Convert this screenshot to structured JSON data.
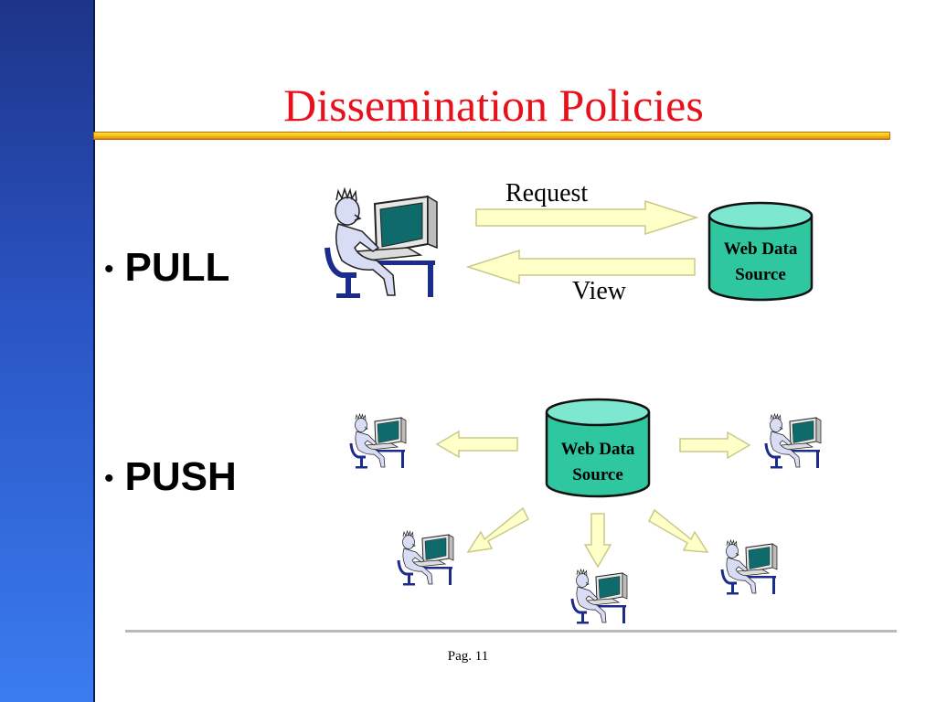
{
  "slide": {
    "title": "Dissemination Policies",
    "footer": "Pag. 11"
  },
  "bullets": {
    "pull": "PULL",
    "push": "PUSH",
    "marker": "•"
  },
  "pull_diagram": {
    "request_label": "Request",
    "view_label": "View",
    "database_label_line1": "Web Data",
    "database_label_line2": "Source"
  },
  "push_diagram": {
    "database_label_line1": "Web Data",
    "database_label_line2": "Source",
    "client_count": 5
  },
  "colors": {
    "title": "#e8111b",
    "database_fill": "#2fc7a0",
    "database_top": "#7ee7cf",
    "arrow_fill": "#ffffc8",
    "arrow_stroke": "#c9c98a",
    "sidebar": "#2a55c4",
    "monitor_screen": "#0f6b6b"
  },
  "icons": {
    "user": "user-at-computer-icon",
    "database": "database-cylinder-icon",
    "arrow": "block-arrow-icon"
  }
}
